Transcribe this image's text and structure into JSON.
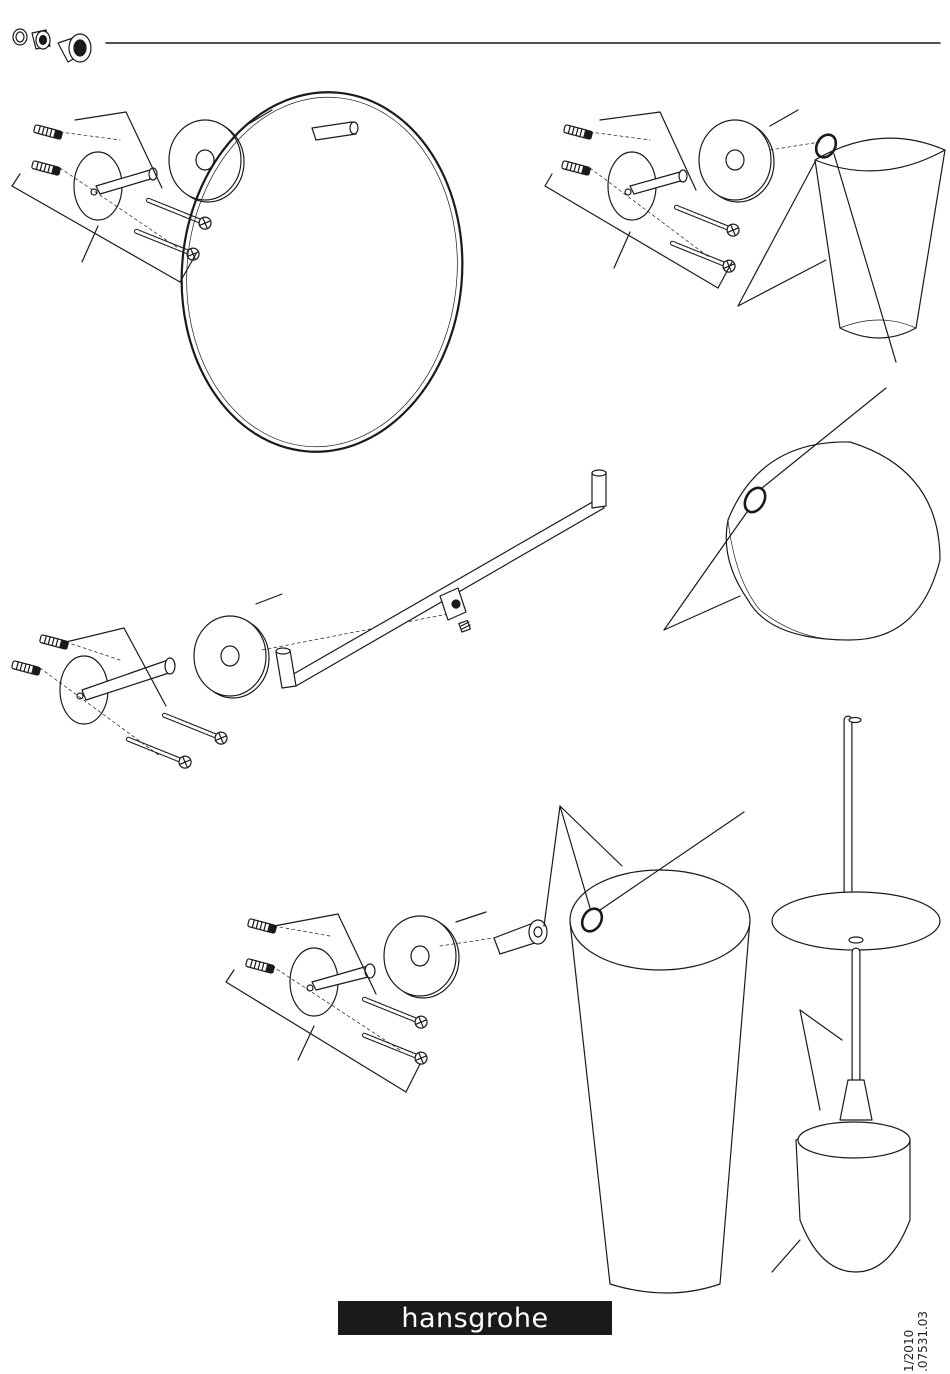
{
  "brand": {
    "name": "hansgrohe"
  },
  "footer": {
    "date": "1/2010",
    "doc_number": ".07531.03"
  },
  "colors": {
    "ink": "#1a1a1a",
    "brand_bg": "#1a1a1a",
    "brand_text": "#ffffff",
    "paper": "#ffffff"
  },
  "icons": [
    "spare-parts-icon",
    "dowel-icon",
    "screw-icon",
    "wall-plate-icon",
    "cover-rosette-icon",
    "o-ring-icon"
  ],
  "figures": [
    "towel-ring",
    "glass-holder",
    "towel-bar",
    "lid",
    "toilet-brush-holder"
  ]
}
